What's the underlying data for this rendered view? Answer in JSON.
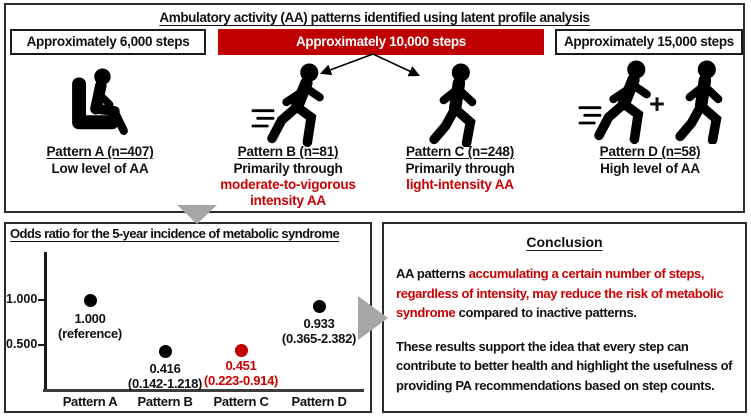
{
  "colors": {
    "accent_red_box": "#c00000",
    "red_text": "#cc0000",
    "arrow_gray": "#a6a6a6",
    "icon_black": "#000000"
  },
  "header": {
    "title": "Ambulatory activity (AA) patterns identified using latent profile analysis"
  },
  "step_boxes": [
    {
      "label": "Approximately 6,000 steps",
      "variant": "outline"
    },
    {
      "label": "Approximately 10,000 steps",
      "variant": "red"
    },
    {
      "label": "Approximately 15,000 steps",
      "variant": "outline"
    }
  ],
  "patterns": [
    {
      "name": "Pattern A (n=407)",
      "desc": "Low level of AA",
      "desc_red": "",
      "icon": "seated-person-icon"
    },
    {
      "name": "Pattern B (n=81)",
      "desc": "Primarily through",
      "desc_red": "moderate-to-vigorous intensity AA",
      "icon": "runner-icon"
    },
    {
      "name": "Pattern C (n=248)",
      "desc": "Primarily through",
      "desc_red": "light-intensity AA",
      "icon": "walker-icon"
    },
    {
      "name": "Pattern D (n=58)",
      "desc": "High level of AA",
      "desc_red": "",
      "icon": "runner-plus-walker-icon",
      "plus_label": "+"
    }
  ],
  "chart": {
    "title": "Odds ratio for the 5-year incidence of metabolic syndrome",
    "y_tick_labels": [
      "1.000",
      "0.500"
    ],
    "points": [
      {
        "category": "Pattern A",
        "value_label": "1.000",
        "ci_label": "(reference)"
      },
      {
        "category": "Pattern B",
        "value_label": "0.416",
        "ci_label": "(0.142-1.218)"
      },
      {
        "category": "Pattern C",
        "value_label": "0.451",
        "ci_label": "(0.223-0.914)"
      },
      {
        "category": "Pattern D",
        "value_label": "0.933",
        "ci_label": "(0.365-2.382)"
      }
    ]
  },
  "chart_data": {
    "type": "scatter",
    "title": "Odds ratio for the 5-year incidence of metabolic syndrome",
    "categories": [
      "Pattern A",
      "Pattern B",
      "Pattern C",
      "Pattern D"
    ],
    "values": [
      1.0,
      0.416,
      0.451,
      0.933
    ],
    "ci_low": [
      null,
      0.142,
      0.223,
      0.365
    ],
    "ci_high": [
      null,
      1.218,
      0.914,
      2.382
    ],
    "reference_index": 0,
    "highlight_index": 2,
    "point_colors": [
      "#000000",
      "#000000",
      "#c00000",
      "#000000"
    ],
    "y_ticks": [
      1.0,
      0.5
    ],
    "ylim": [
      0,
      1.55
    ],
    "grid": false,
    "xlabel": "",
    "ylabel": ""
  },
  "conclusion": {
    "title": "Conclusion",
    "p1_before": "AA patterns ",
    "p1_red": "accumulating a certain number of steps, regardless of intensity, may reduce the risk of metabolic syndrome",
    "p1_after": " compared to inactive patterns.",
    "p2": "These results support the idea that every step can contribute to better health and highlight the usefulness of providing PA recommendations based on step counts."
  }
}
